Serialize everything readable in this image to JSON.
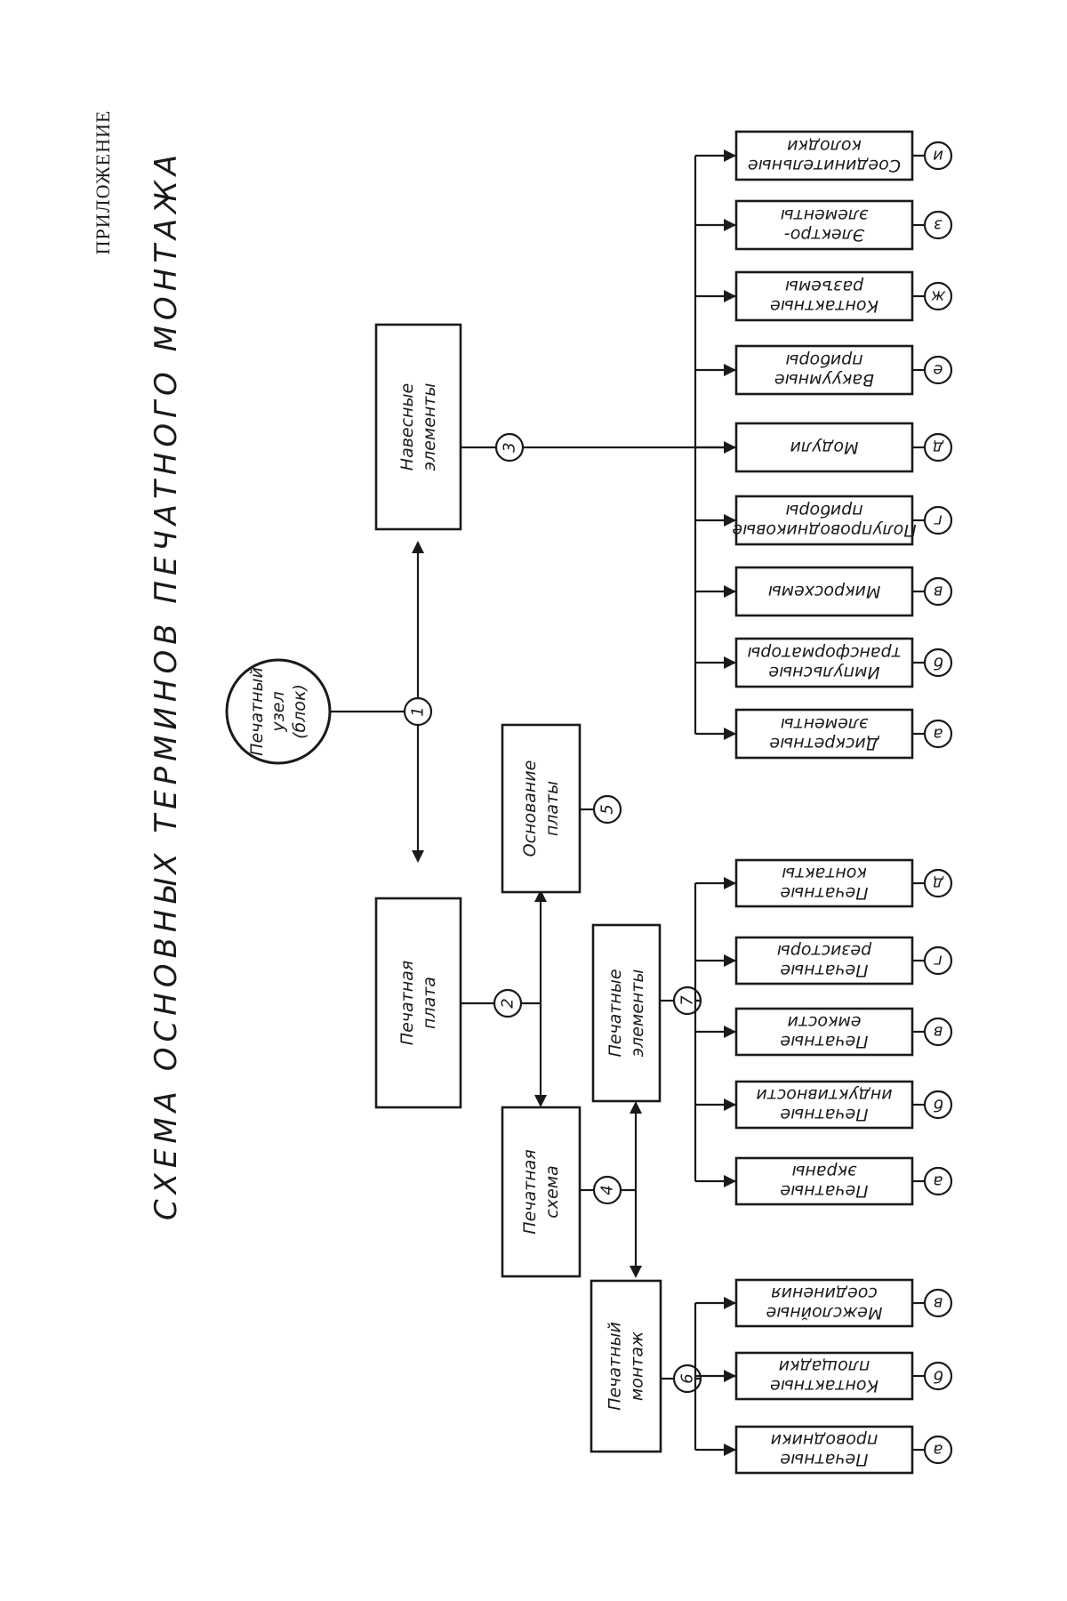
{
  "appendix_label": "ПРИЛОЖЕНИЕ",
  "title": "СХЕМА ОСНОВНЫХ ТЕРМИНОВ ПЕЧАТНОГО МОНТАЖА",
  "root": {
    "label": [
      "Печатный",
      "узел",
      "(блок)"
    ],
    "number": "1"
  },
  "main_boxes": {
    "plate": {
      "label": [
        "Печатная",
        "плата"
      ],
      "number": "2"
    },
    "hanging": {
      "label": [
        "Навесные",
        "элементы"
      ],
      "number": "3"
    },
    "scheme": {
      "label": [
        "Печатная",
        "схема"
      ],
      "number": "4"
    },
    "base": {
      "label": [
        "Основание",
        "платы"
      ],
      "number": "5"
    },
    "mounting": {
      "label": [
        "Печатный",
        "монтаж"
      ],
      "number": "6"
    },
    "elements": {
      "label": [
        "Печатные",
        "элементы"
      ],
      "number": "7"
    }
  },
  "mounting_leaves": [
    {
      "letter": "а",
      "label": [
        "Печатные",
        "проводники"
      ]
    },
    {
      "letter": "б",
      "label": [
        "Контактные",
        "площадки"
      ]
    },
    {
      "letter": "в",
      "label": [
        "Межслойные",
        "соединения"
      ]
    }
  ],
  "element_leaves": [
    {
      "letter": "а",
      "label": [
        "Печатные",
        "экраны"
      ]
    },
    {
      "letter": "б",
      "label": [
        "Печатные",
        "индуктивности"
      ]
    },
    {
      "letter": "в",
      "label": [
        "Печатные",
        "емкости"
      ]
    },
    {
      "letter": "г",
      "label": [
        "Печатные",
        "резисторы"
      ]
    },
    {
      "letter": "д",
      "label": [
        "Печатные",
        "контакты"
      ]
    }
  ],
  "hanging_leaves": [
    {
      "letter": "а",
      "label": [
        "Дискретные",
        "элементы"
      ]
    },
    {
      "letter": "б",
      "label": [
        "Импульсные",
        "трансформаторы"
      ]
    },
    {
      "letter": "в",
      "label": [
        "Микросхемы"
      ]
    },
    {
      "letter": "г",
      "label": [
        "Полупроводниковые",
        "приборы"
      ]
    },
    {
      "letter": "д",
      "label": [
        "Модули"
      ]
    },
    {
      "letter": "е",
      "label": [
        "Вакуумные",
        "приборы"
      ]
    },
    {
      "letter": "ж",
      "label": [
        "Контактные",
        "разъемы"
      ]
    },
    {
      "letter": "з",
      "label": [
        "Электро-",
        "элементы"
      ]
    },
    {
      "letter": "и",
      "label": [
        "Соединительные",
        "колодки"
      ]
    }
  ]
}
